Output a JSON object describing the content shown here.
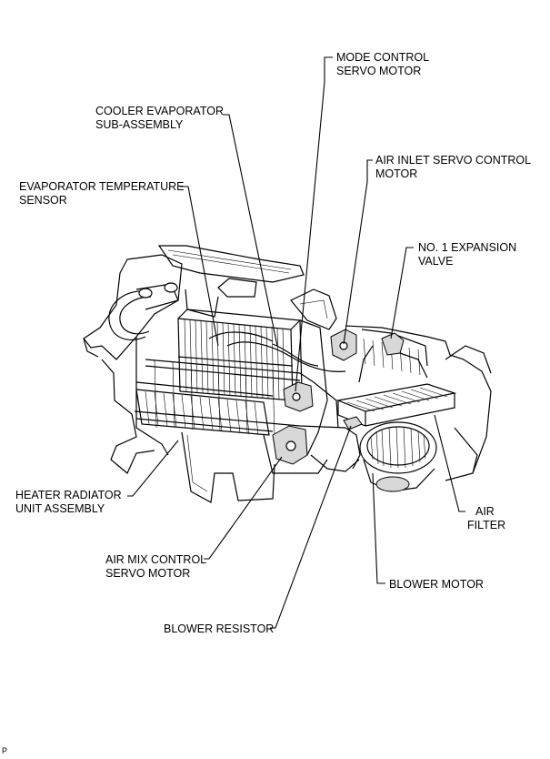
{
  "labels": {
    "mode_control_servo_motor": [
      "MODE CONTROL",
      "SERVO MOTOR"
    ],
    "cooler_evaporator": [
      "COOLER EVAPORATOR",
      "SUB-ASSEMBLY"
    ],
    "air_inlet_servo_control_motor": [
      "AIR INLET SERVO CONTROL",
      "MOTOR"
    ],
    "evaporator_temperature_sensor": [
      "EVAPORATOR TEMPERATURE",
      "SENSOR"
    ],
    "no1_expansion_valve": [
      "NO. 1 EXPANSION",
      "VALVE"
    ],
    "heater_radiator_unit": [
      "HEATER RADIATOR",
      "UNIT ASSEMBLY"
    ],
    "air_filter": [
      "AIR",
      "FILTER"
    ],
    "air_mix_control_servo_motor": [
      "AIR MIX CONTROL",
      "SERVO MOTOR"
    ],
    "blower_motor": [
      "BLOWER MOTOR"
    ],
    "blower_resistor": [
      "BLOWER RESISTOR"
    ]
  },
  "page_code": "P"
}
